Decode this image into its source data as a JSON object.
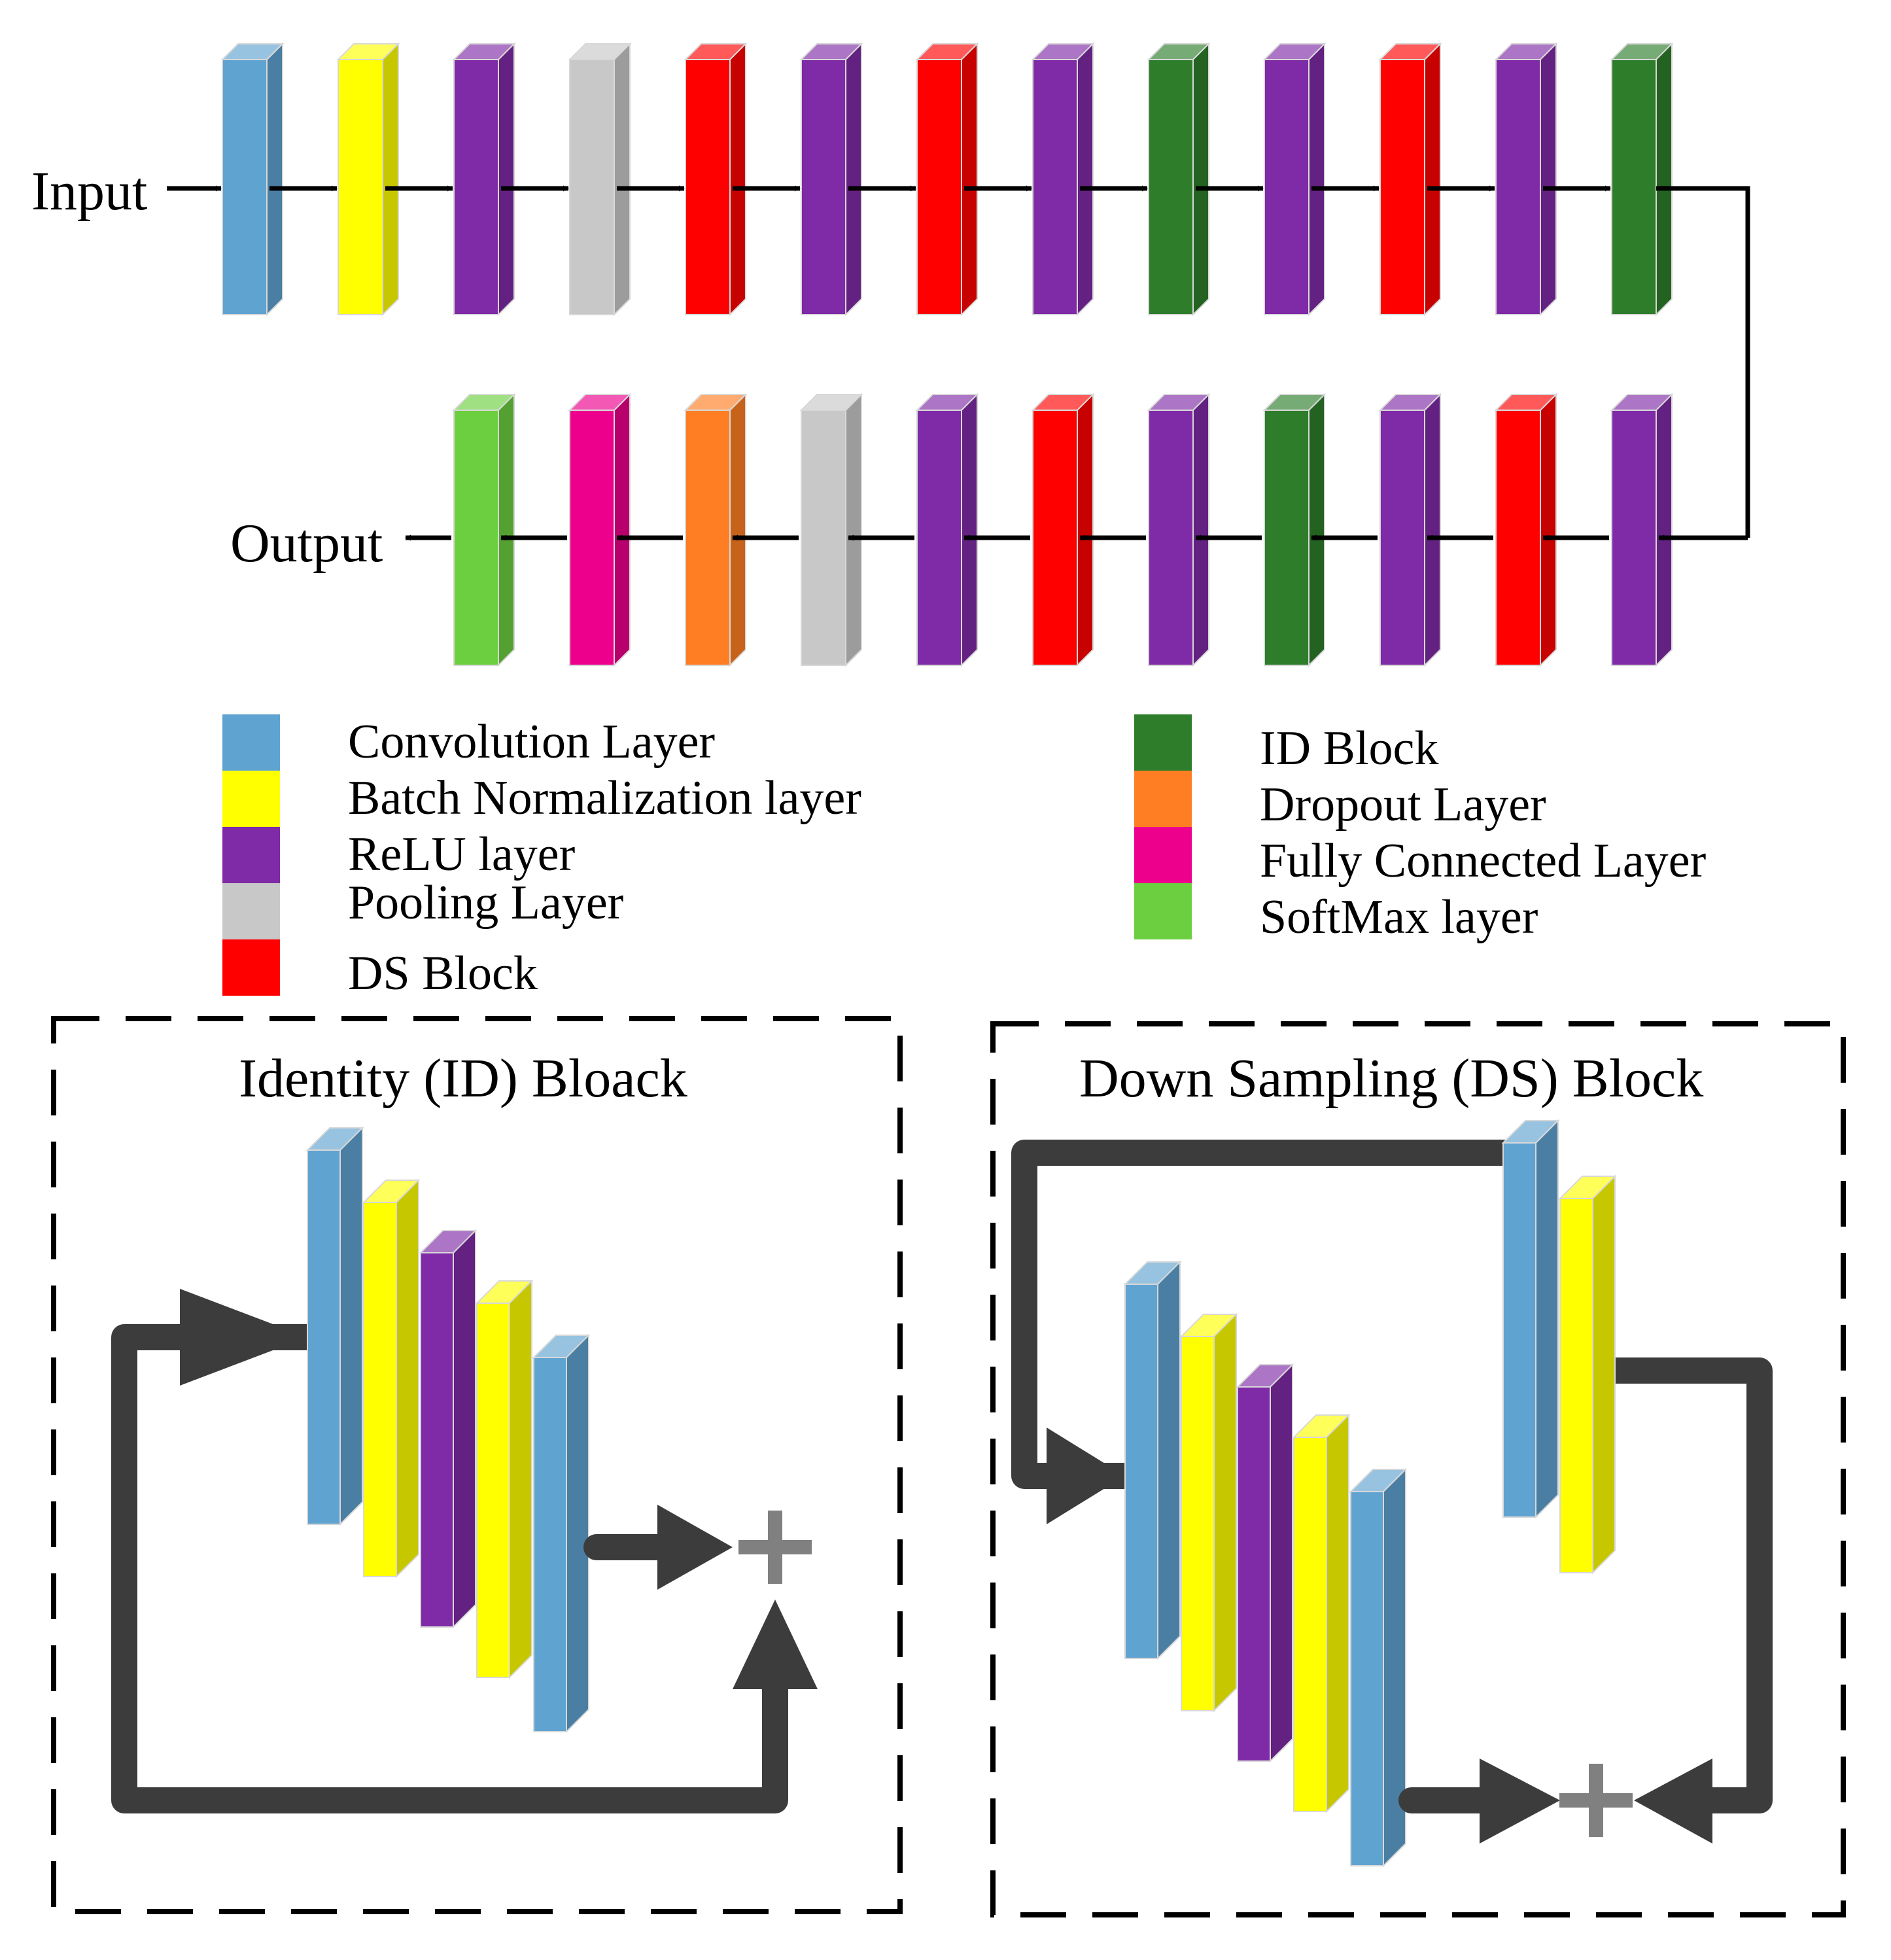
{
  "colors": {
    "conv": "#5fa3d1",
    "bn": "#ffff00",
    "relu": "#7f2aa6",
    "pool": "#c8c8c8",
    "ds": "#ff0000",
    "id": "#2e7d2a",
    "dropout": "#ff7e23",
    "fc": "#ec008c",
    "softmax": "#6ccf3f",
    "connector": "#3c3c3c",
    "plus": "#808080"
  },
  "labels": {
    "input": "Input",
    "output": "Output"
  },
  "main_pipeline": {
    "top_row": [
      "conv",
      "bn",
      "relu",
      "pool",
      "ds",
      "relu",
      "ds",
      "relu",
      "id",
      "relu",
      "ds",
      "relu",
      "id"
    ],
    "bottom_row_right_to_left": [
      "relu",
      "ds",
      "relu",
      "id",
      "relu",
      "ds",
      "relu",
      "pool",
      "dropout",
      "fc",
      "softmax"
    ]
  },
  "legend": {
    "left": [
      {
        "key": "conv",
        "label": "Convolution Layer"
      },
      {
        "key": "bn",
        "label": "Batch Normalization layer"
      },
      {
        "key": "relu",
        "label": "ReLU layer"
      },
      {
        "key": "pool",
        "label": "Pooling Layer"
      },
      {
        "key": "ds",
        "label": "DS Block"
      }
    ],
    "right": [
      {
        "key": "id",
        "label": "ID Block"
      },
      {
        "key": "dropout",
        "label": "Dropout Layer"
      },
      {
        "key": "fc",
        "label": "Fully Connected Layer"
      },
      {
        "key": "softmax",
        "label": "SoftMax layer"
      }
    ]
  },
  "id_block": {
    "title": "Identity (ID) Bloack",
    "layers": [
      "conv",
      "bn",
      "relu",
      "bn",
      "conv"
    ]
  },
  "ds_block": {
    "title": "Down Sampling (DS) Block",
    "main_layers": [
      "conv",
      "bn",
      "relu",
      "bn",
      "conv"
    ],
    "shortcut_layers": [
      "conv",
      "bn"
    ]
  }
}
